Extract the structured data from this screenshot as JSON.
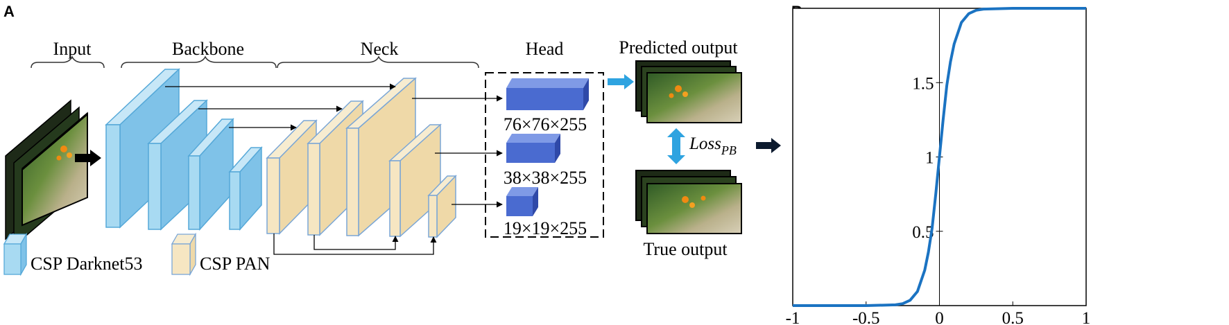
{
  "panelA": {
    "letter": "A",
    "stages": {
      "input": "Input",
      "backbone": "Backbone",
      "neck": "Neck",
      "head": "Head"
    },
    "predicted_output": "Predicted output",
    "true_output": "True output",
    "head_sizes": [
      "76×76×255",
      "38×38×255",
      "19×19×255"
    ],
    "loss_base": "Loss",
    "loss_sub": "PB",
    "legend": {
      "backbone_label": "CSP Darknet53",
      "neck_label": "CSP PAN"
    },
    "colors": {
      "backbone_fill": "#9dd3ef",
      "backbone_stroke": "#55a8d8",
      "neck_fill": "#f0dcae",
      "neck_stroke": "#7aa6d6",
      "head_front": "#4a6bd0",
      "head_top": "#7f9ae6",
      "head_side": "#2f49a8",
      "arrow_cyan": "#2ea3e0"
    }
  },
  "panelB": {
    "letter": "B",
    "chart_data": {
      "type": "line",
      "title": "",
      "xlabel": "",
      "ylabel": "",
      "xlim": [
        -1,
        1
      ],
      "ylim": [
        0,
        2
      ],
      "x_ticks": [
        "-1",
        "-0.5",
        "0",
        "0.5",
        "1"
      ],
      "y_ticks": [
        "0.5",
        "1",
        "1.5"
      ],
      "series": [
        {
          "color": "#1b73c2",
          "x": [
            -1,
            -0.5,
            -0.3,
            -0.25,
            -0.2,
            -0.15,
            -0.1,
            -0.075,
            -0.05,
            -0.025,
            0,
            0.025,
            0.05,
            0.075,
            0.1,
            0.15,
            0.2,
            0.25,
            0.3,
            0.5,
            1
          ],
          "y": [
            0.0,
            0.0,
            0.005,
            0.013,
            0.036,
            0.095,
            0.238,
            0.36,
            0.52,
            0.75,
            1.0,
            1.25,
            1.48,
            1.64,
            1.76,
            1.905,
            1.964,
            1.987,
            1.995,
            2.0,
            2.0
          ]
        }
      ]
    }
  }
}
